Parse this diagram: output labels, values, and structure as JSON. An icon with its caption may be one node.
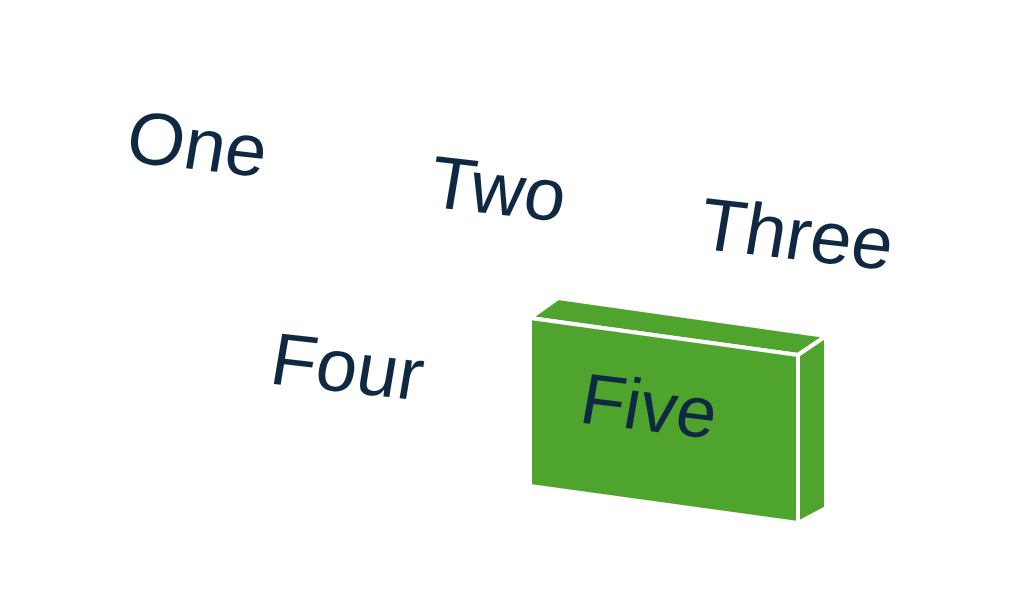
{
  "diagram": {
    "nodes": [
      {
        "text": [
          "Five"
        ]
      }
    ],
    "labels": [
      "One",
      "Two",
      "Three",
      "Four"
    ]
  }
}
